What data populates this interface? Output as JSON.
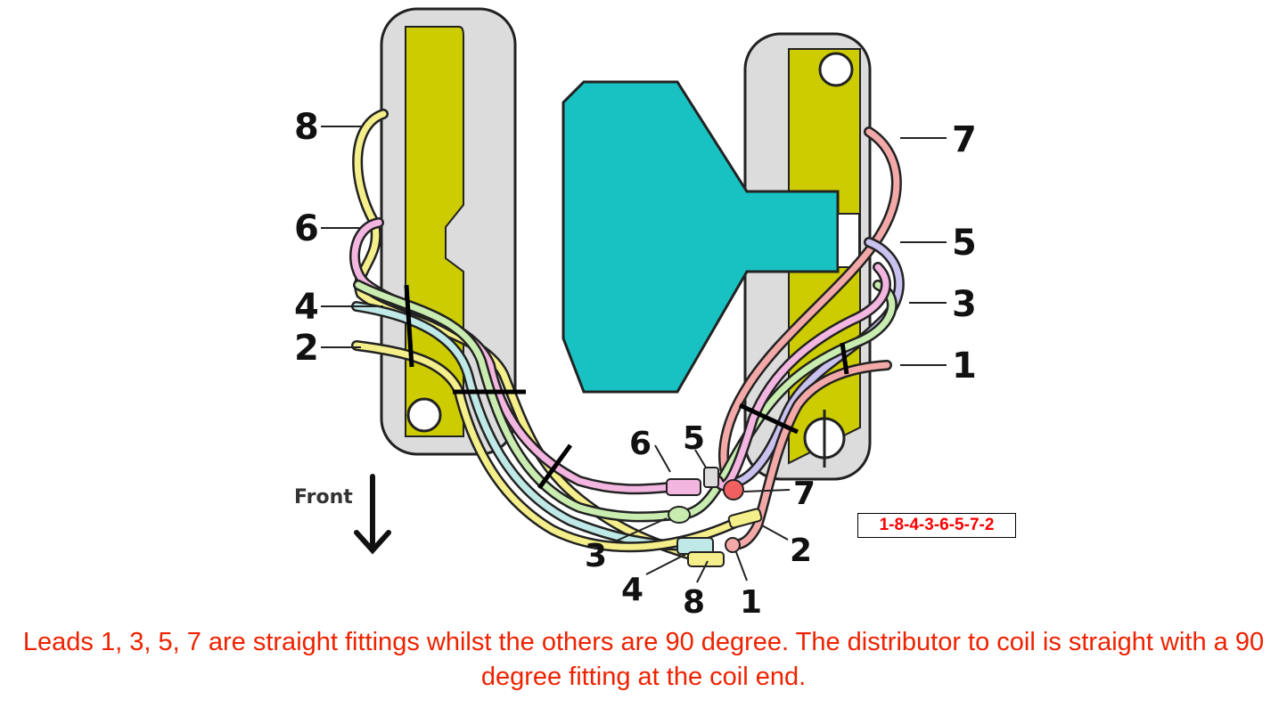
{
  "diagram": {
    "left_bank_labels": [
      "8",
      "6",
      "4",
      "2"
    ],
    "right_bank_labels": [
      "7",
      "5",
      "3",
      "1"
    ],
    "distributor_labels": [
      "6",
      "5",
      "7",
      "3",
      "2",
      "4",
      "8",
      "1"
    ],
    "front_label": "Front",
    "firing_order": "1-8-4-3-6-5-7-2",
    "caption": "Leads 1, 3, 5, 7 are straight fittings whilst the others are 90 degree. The distributor to coil is straight with a 90 degree fitting at the coil end."
  },
  "colors": {
    "lead_yellow": "#f4ef8a",
    "lead_pink": "#f2b6e0",
    "lead_cyan": "#bfe9e6",
    "lead_green": "#c9ecb0",
    "lead_red": "#f4a9a9",
    "lead_lavender": "#c9c2ee",
    "head_gray": "#dcdcdc",
    "head_yellow": "#cccc00",
    "engine_cyan": "#19c2c2",
    "caption_red": "#ee2200"
  }
}
